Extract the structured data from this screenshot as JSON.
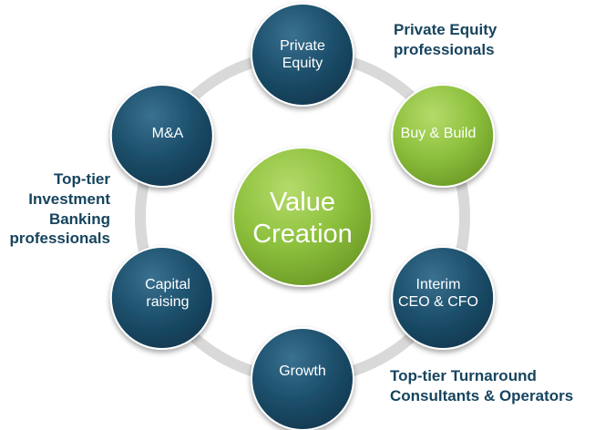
{
  "center": {
    "label": "Value\nCreation",
    "color": "#8dc03d"
  },
  "nodes": [
    {
      "id": "private-equity",
      "label": "Private\nEquity",
      "color": "#1c4f6b"
    },
    {
      "id": "buy-and-build",
      "label": "Buy & Build",
      "color": "#8dc03d"
    },
    {
      "id": "interim-ceo-cfo",
      "label": "Interim\nCEO & CFO",
      "color": "#1c4f6b"
    },
    {
      "id": "growth",
      "label": "Growth",
      "color": "#1c4f6b"
    },
    {
      "id": "capital-raising",
      "label": "Capital\nraising",
      "color": "#1c4f6b"
    },
    {
      "id": "ma",
      "label": "M&A",
      "color": "#1c4f6b"
    }
  ],
  "captions": {
    "private_equity": "Private Equity\nprofessionals",
    "investment_banking": "Top-tier\nInvestment\nBanking\nprofessionals",
    "turnaround": "Top-tier Turnaround\nConsultants & Operators"
  },
  "ring_color": "#d9d9d9",
  "caption_color": "#17445e"
}
